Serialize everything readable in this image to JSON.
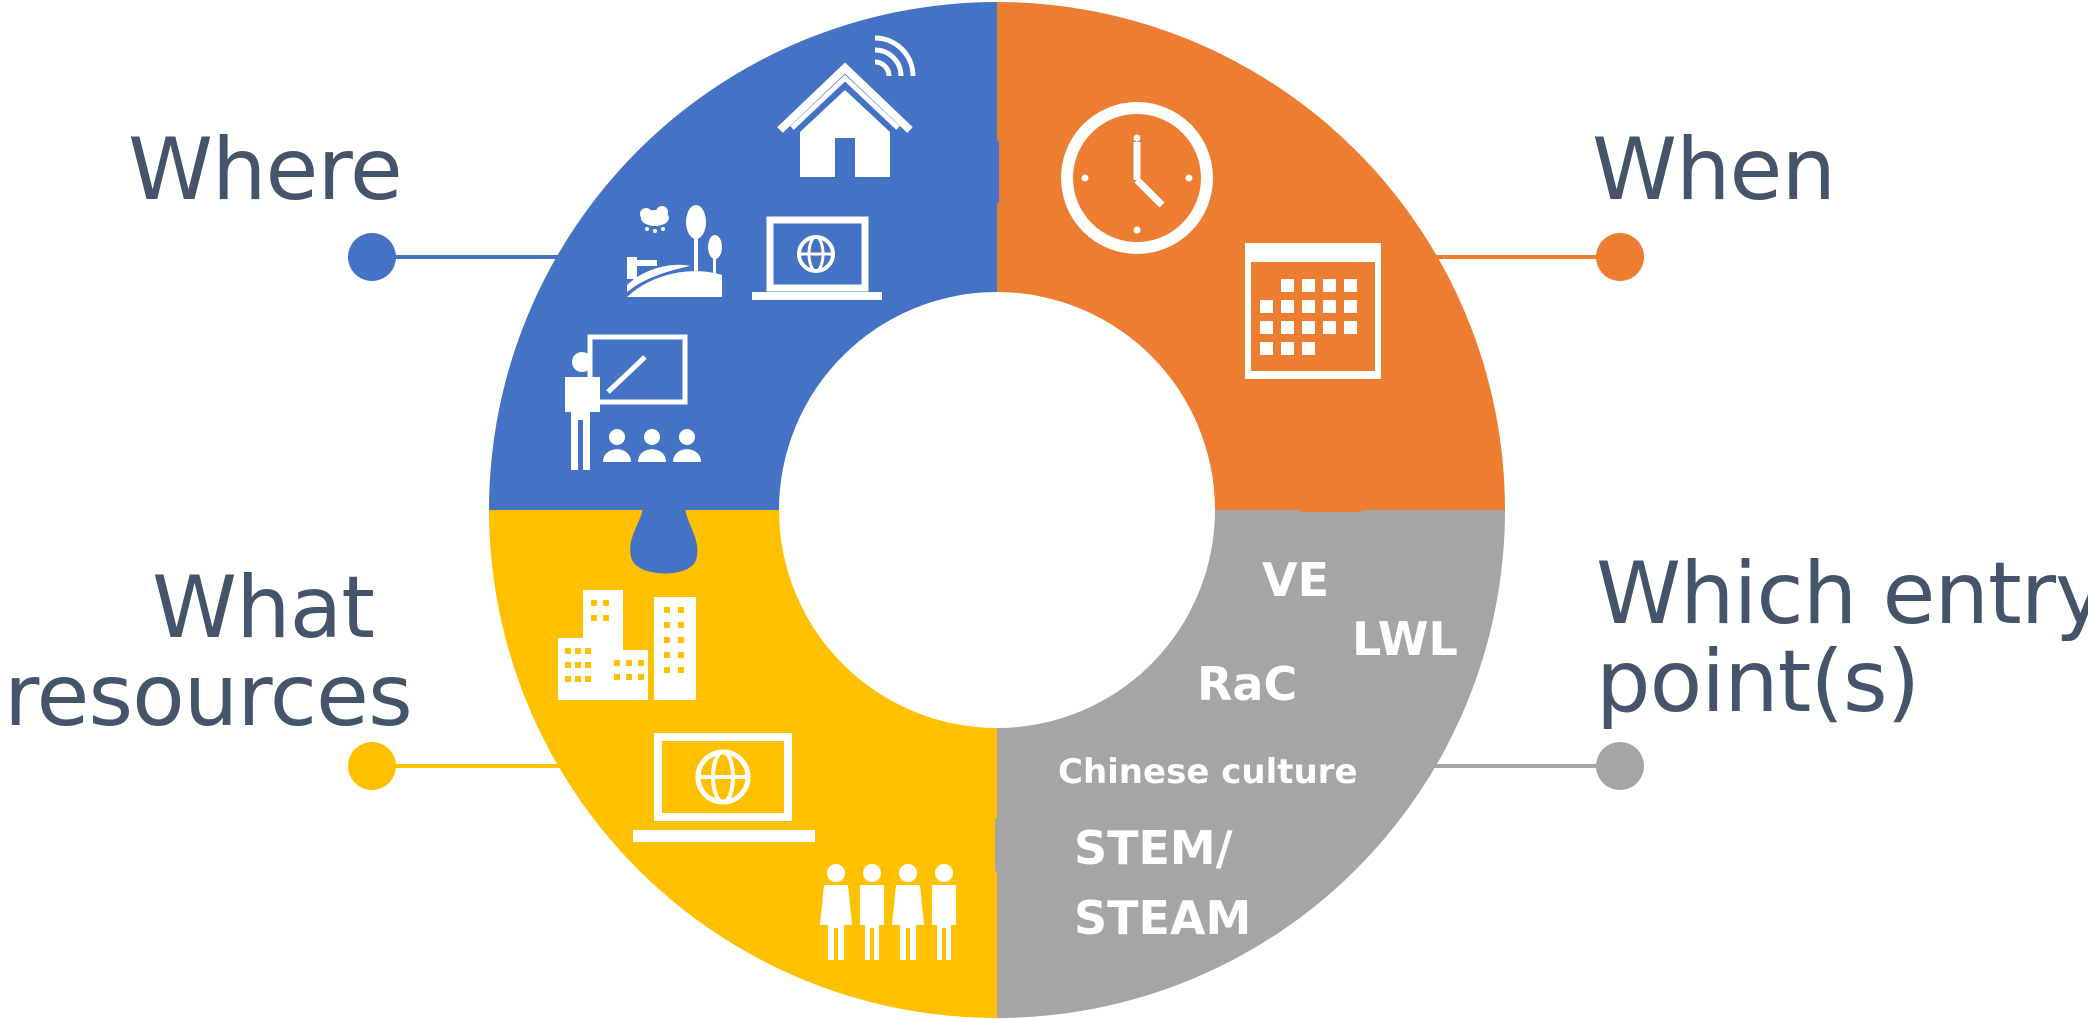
{
  "labels": {
    "where": "Where",
    "when": "When",
    "what_line1": "What",
    "what_line2": "resources",
    "which_line1": "Which entry",
    "which_line2": "point(s)"
  },
  "entry_points": {
    "ve": "VE",
    "lwl": "LWL",
    "rac": "RaC",
    "chinese_culture": "Chinese culture",
    "stem_line1": "STEM/",
    "stem_line2": "STEAM"
  },
  "colors": {
    "where": "#4472c4",
    "when": "#ed7d31",
    "what": "#ffc000",
    "which": "#a5a5a5",
    "label_text": "#44546a"
  },
  "icons": {
    "where": [
      "smart-home-icon",
      "garden-icon",
      "laptop-globe-icon",
      "teacher-classroom-icon"
    ],
    "when": [
      "clock-icon",
      "calendar-icon"
    ],
    "what": [
      "buildings-icon",
      "laptop-globe-icon",
      "people-group-icon"
    ]
  }
}
